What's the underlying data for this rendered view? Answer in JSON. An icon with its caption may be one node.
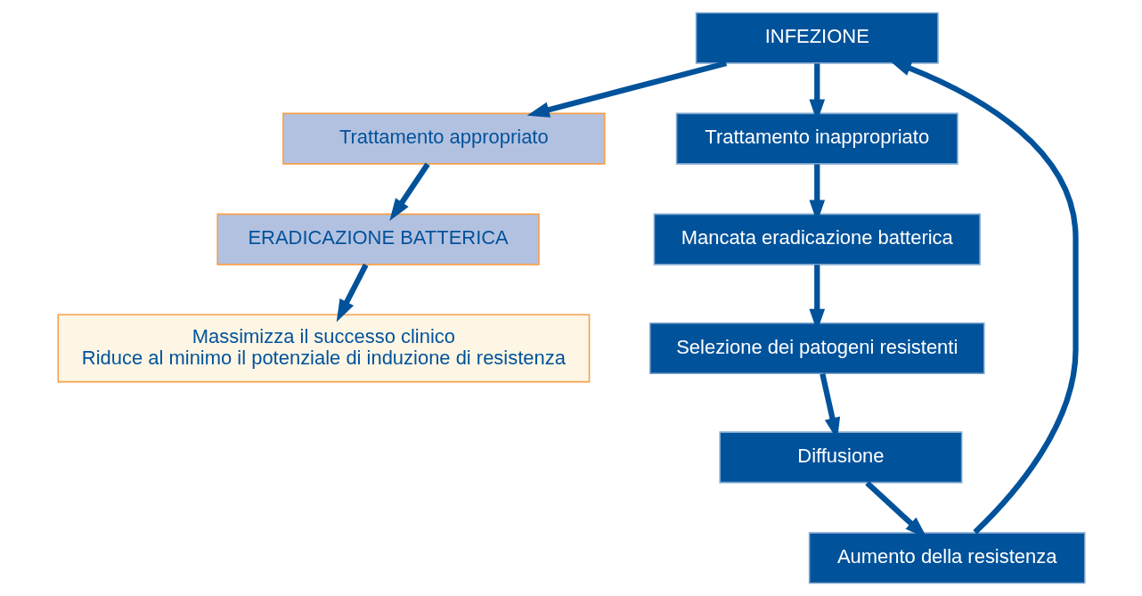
{
  "diagram": {
    "nodes": [
      {
        "text": [
          "INFEZIONE"
        ]
      },
      {
        "text": [
          "Trattamento appropriato"
        ]
      },
      {
        "text": [
          "Trattamento inappropriato"
        ]
      },
      {
        "text": [
          "ERADICAZIONE BATTERICA"
        ]
      },
      {
        "text": [
          "Aumento della resistenza"
        ]
      },
      {
        "text": [
          "Mancata eradicazione batterica"
        ]
      },
      {
        "text": [
          "Diffusione"
        ]
      },
      {
        "text": [
          "Selezione dei patogeni resistenti"
        ]
      },
      {
        "text": [
          "Massimizza il successo clinico",
          "Riduce al minimo il potenziale di induzione di resistenza"
        ]
      }
    ],
    "edges": [
      {
        "from": 0,
        "to": 1,
        "arrow": "to"
      },
      {
        "from": 1,
        "to": 3,
        "arrow": "to"
      },
      {
        "from": 0,
        "to": 2,
        "arrow": "to"
      },
      {
        "from": 2,
        "to": 5,
        "arrow": "to"
      },
      {
        "from": 5,
        "to": 7,
        "arrow": "to"
      },
      {
        "from": 7,
        "to": 6,
        "arrow": "to"
      },
      {
        "from": 6,
        "to": 4,
        "arrow": "to"
      },
      {
        "from": 4,
        "to": 0,
        "arrow": "to"
      },
      {
        "from": 3,
        "to": 8,
        "arrow": "to"
      }
    ]
  }
}
